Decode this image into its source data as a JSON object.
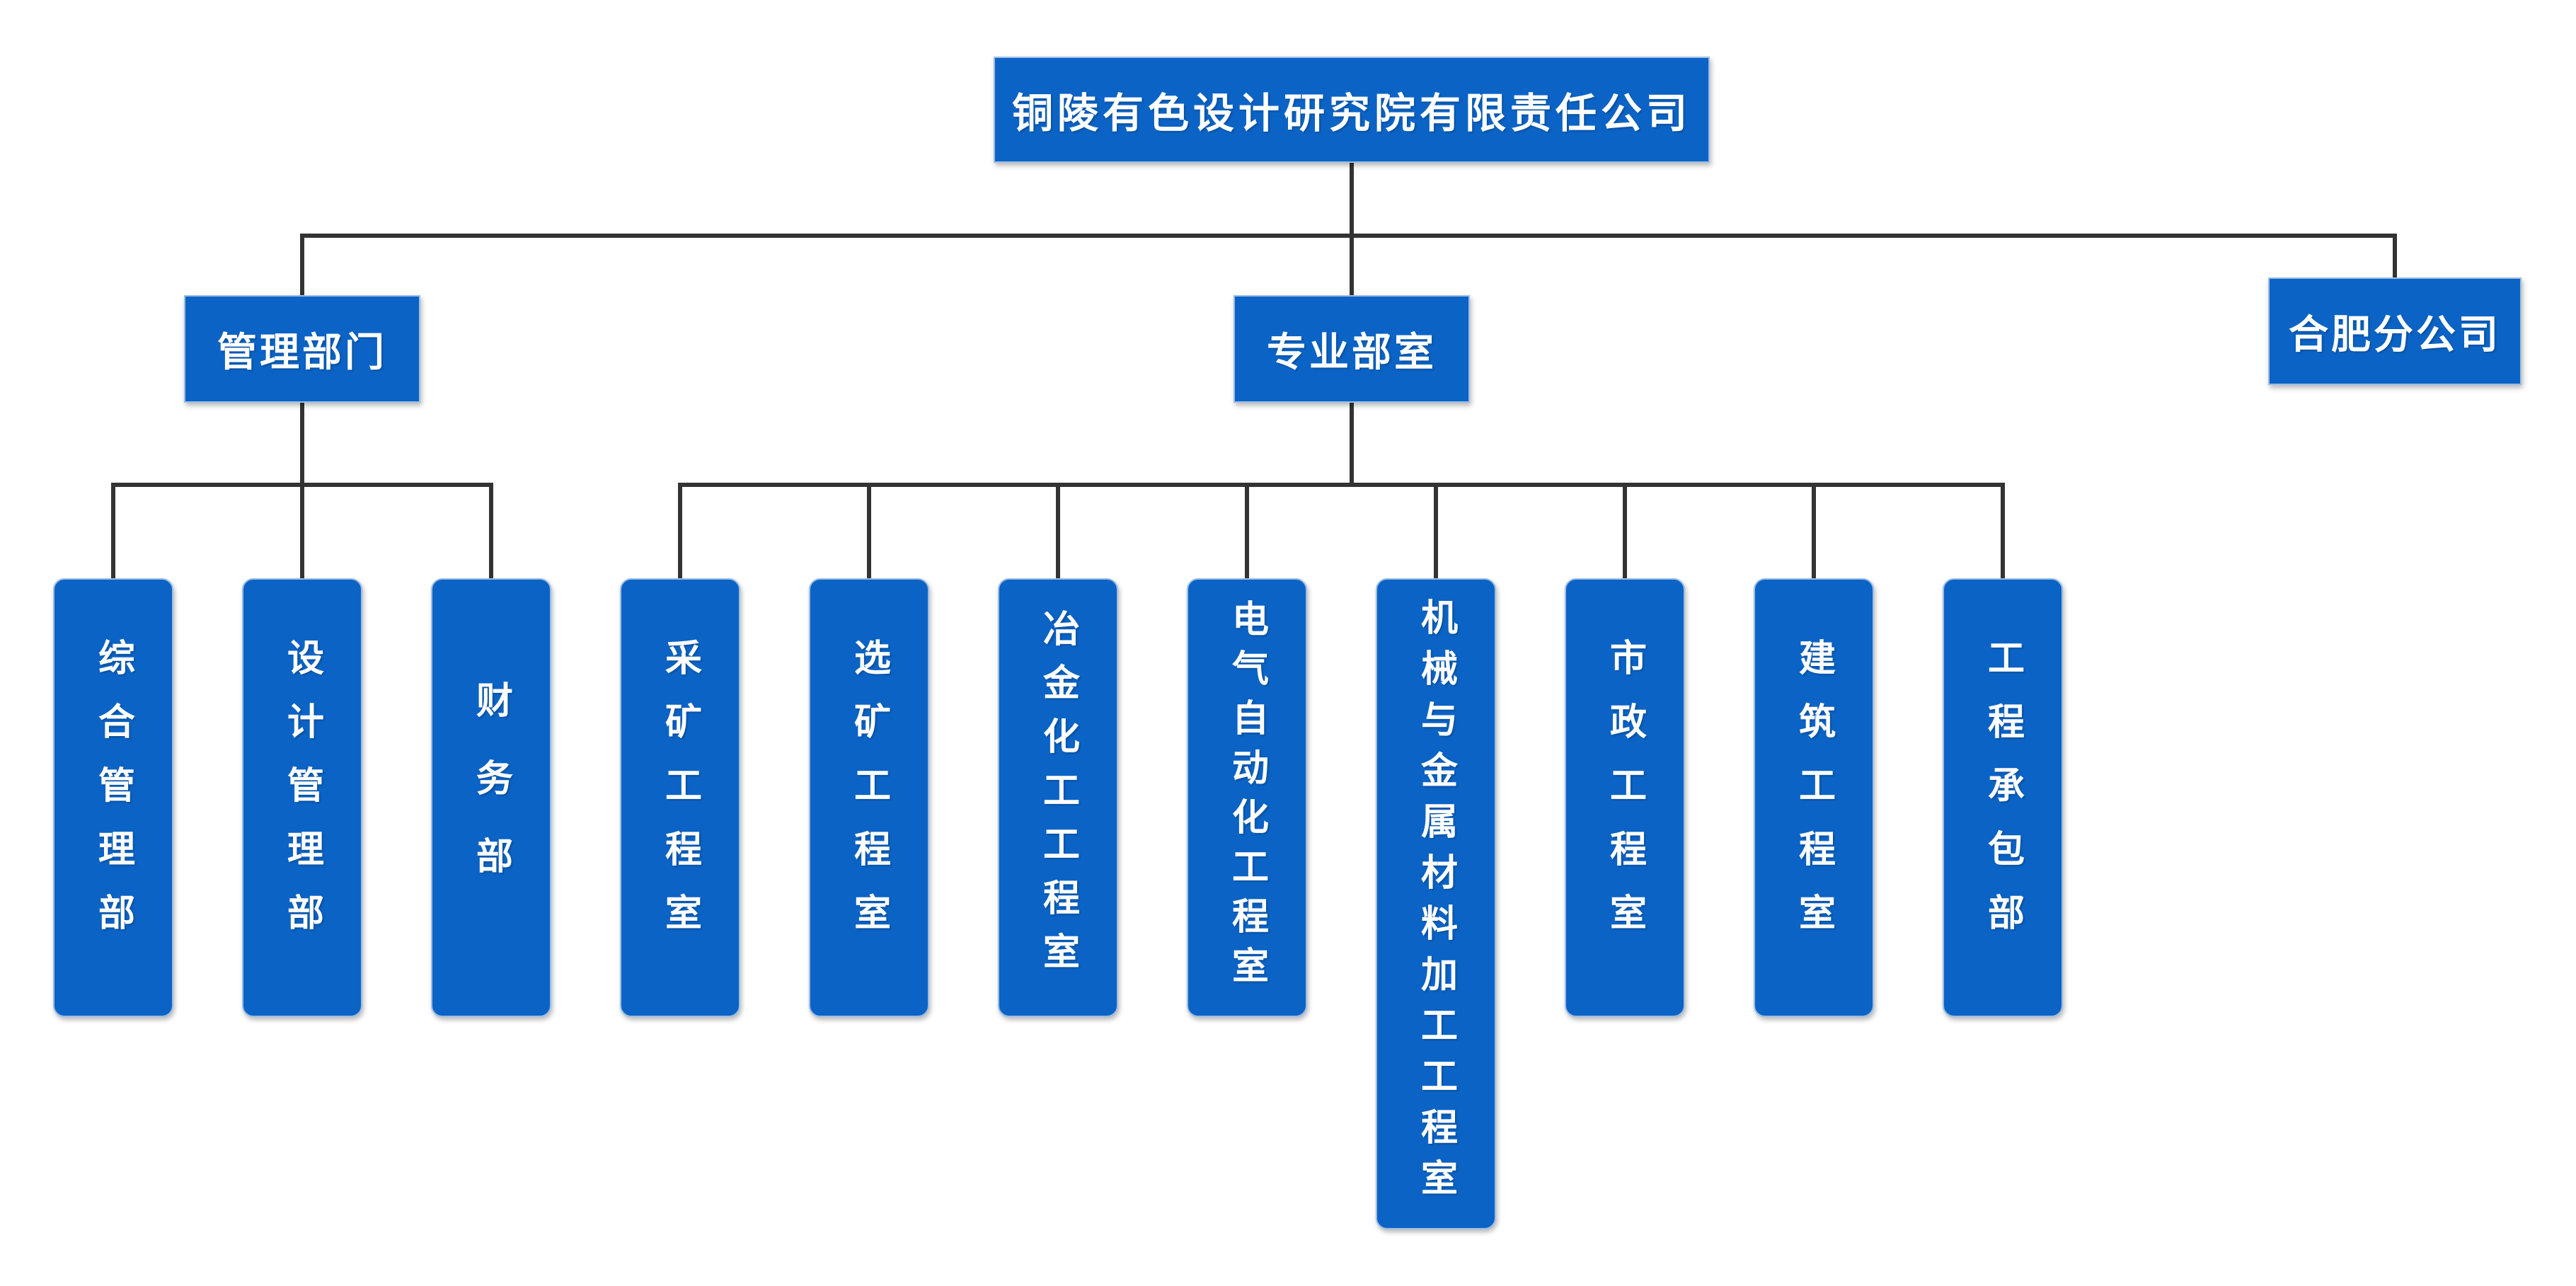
{
  "org": {
    "root": {
      "label": "铜陵有色设计研究院有限责任公司"
    },
    "branches": [
      {
        "label": "管理部门"
      },
      {
        "label": "专业部室"
      },
      {
        "label": "合肥分公司"
      }
    ],
    "management_departments": [
      {
        "label": "综合管理部"
      },
      {
        "label": "设计管理部"
      },
      {
        "label": "财务部"
      }
    ],
    "professional_departments": [
      {
        "label": "采矿工程室"
      },
      {
        "label": "选矿工程室"
      },
      {
        "label": "冶金化工工程室"
      },
      {
        "label": "电气自动化工程室"
      },
      {
        "label": "机械与金属材料加工工程室"
      },
      {
        "label": "市政工程室"
      },
      {
        "label": "建筑工程室"
      },
      {
        "label": "工程承包部"
      }
    ],
    "colors": {
      "box_fill": "#0b63c5",
      "box_edge": "#9dbde4",
      "box_text": "#ffffff",
      "connector": "#333333",
      "background": "#ffffff"
    }
  }
}
